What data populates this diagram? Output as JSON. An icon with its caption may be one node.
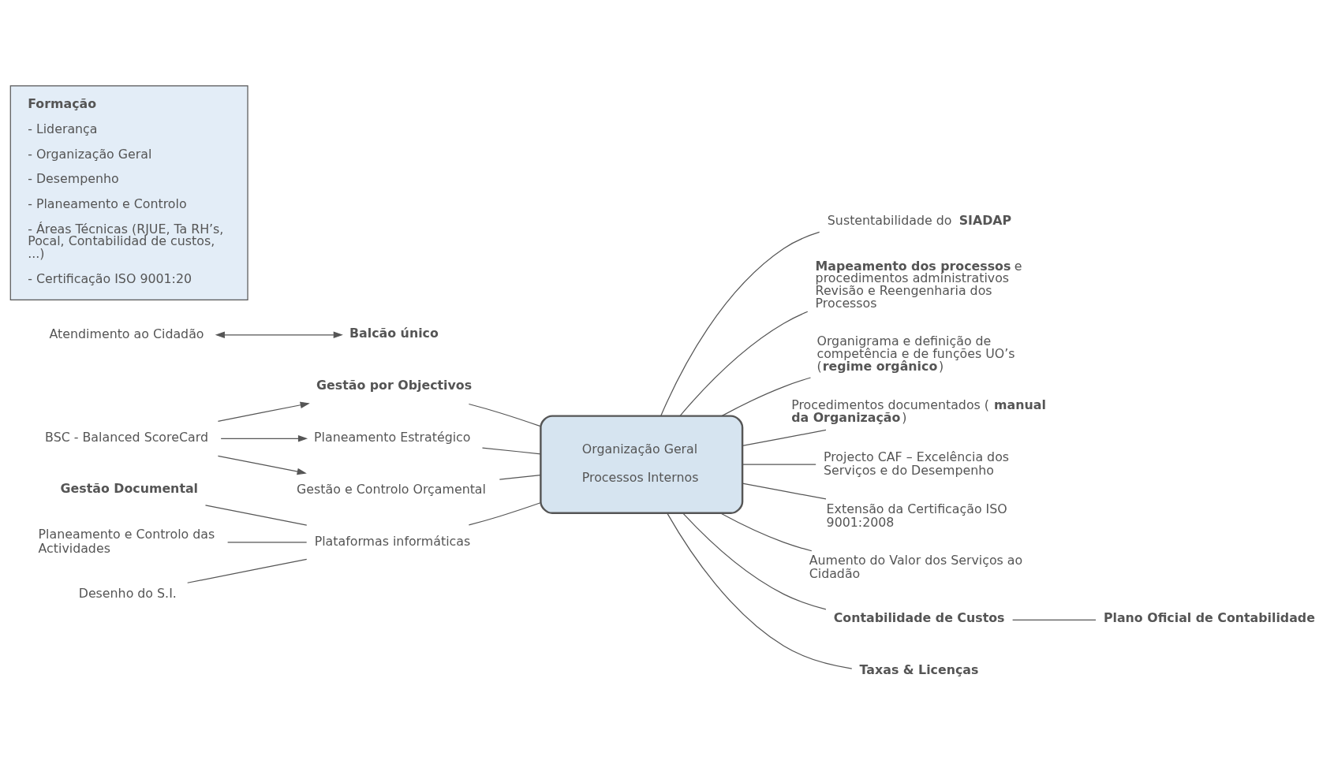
{
  "diagram": {
    "nodes": [
      {
        "text": [
          "BSC - Balanced ScoreCard"
        ]
      },
      {
        "text": [
          "Gestão por Objectivos"
        ]
      },
      {
        "text": [
          "Planeamento Estratégico"
        ]
      },
      {
        "text": [
          "Gestão e Controlo Orçamental"
        ]
      },
      {
        "text": [
          "Sustentabilidade do **SIADAP**"
        ]
      },
      {
        "text": [
          "**Mapeamento dos processos** e procedimentos administrativos",
          "Revisão e Reengenharia dos Processos"
        ]
      },
      {
        "text": [
          "Organização Geral",
          "Processos Internos"
        ]
      },
      {
        "text": [
          "Organigrama e definição de competência e de funções UO’s (**regime orgânico**)"
        ]
      },
      {
        "text": [
          "Procedimentos documentados (**manual da Organização**)"
        ]
      },
      {
        "text": [
          "Projecto CAF – Excelência dos Serviços e do Desempenho"
        ]
      },
      {
        "text": [
          "Plataformas informáticas"
        ]
      },
      {
        "text": [
          "Gestão Documental"
        ]
      },
      {
        "text": [
          "Planeamento e Controlo das Actividades"
        ]
      },
      {
        "text": [
          "Desenho do S.I."
        ]
      },
      {
        "text": [
          "Extensão da Certificação ISO 9001:2008"
        ]
      },
      {
        "text": [
          "Aumento do Valor dos Serviços ao Cidadão"
        ]
      },
      {
        "text": [
          "Atendimento ao Cidadão"
        ]
      },
      {
        "text": [
          "Balcão único"
        ]
      },
      {
        "text": [
          "Contabilidade de Custos"
        ]
      },
      {
        "text": [
          "Plano Oficial de Contabilidade"
        ]
      },
      {
        "text": [
          "Taxas & Licenças"
        ]
      },
      {
        "text": [
          "Formação",
          "- Liderança",
          "- Organização Geral",
          "- Desempenho",
          "- Planeamento e Controlo",
          "- Áreas Técnicas (RJUE, Ta RH’s, Pocal, Contabilidad de custos, ...)",
          "- Certificação ISO 9001:20"
        ]
      }
    ],
    "edges": [
      {
        "from": 0,
        "to": 1,
        "arrow": "to"
      },
      {
        "from": 0,
        "to": 2,
        "arrow": "to"
      },
      {
        "from": 0,
        "to": 3,
        "arrow": "to"
      },
      {
        "from": 1,
        "to": 6,
        "arrow": "none"
      },
      {
        "from": 2,
        "to": 6,
        "arrow": "none"
      },
      {
        "from": 3,
        "to": 6,
        "arrow": "none"
      },
      {
        "from": 6,
        "to": 4,
        "arrow": "none"
      },
      {
        "from": 6,
        "to": 5,
        "arrow": "none"
      },
      {
        "from": 6,
        "to": 7,
        "arrow": "none"
      },
      {
        "from": 6,
        "to": 8,
        "arrow": "none"
      },
      {
        "from": 6,
        "to": 9,
        "arrow": "none"
      },
      {
        "from": 10,
        "to": 6,
        "arrow": "none"
      },
      {
        "from": 11,
        "to": 10,
        "arrow": "none"
      },
      {
        "from": 12,
        "to": 10,
        "arrow": "none"
      },
      {
        "from": 13,
        "to": 10,
        "arrow": "none"
      },
      {
        "from": 6,
        "to": 14,
        "arrow": "none"
      },
      {
        "from": 6,
        "to": 15,
        "arrow": "none"
      },
      {
        "from": 6,
        "to": 18,
        "arrow": "none"
      },
      {
        "from": 6,
        "to": 20,
        "arrow": "none"
      },
      {
        "from": 18,
        "to": 19,
        "arrow": "none"
      },
      {
        "from": 16,
        "to": 17,
        "arrow": "both"
      }
    ]
  }
}
